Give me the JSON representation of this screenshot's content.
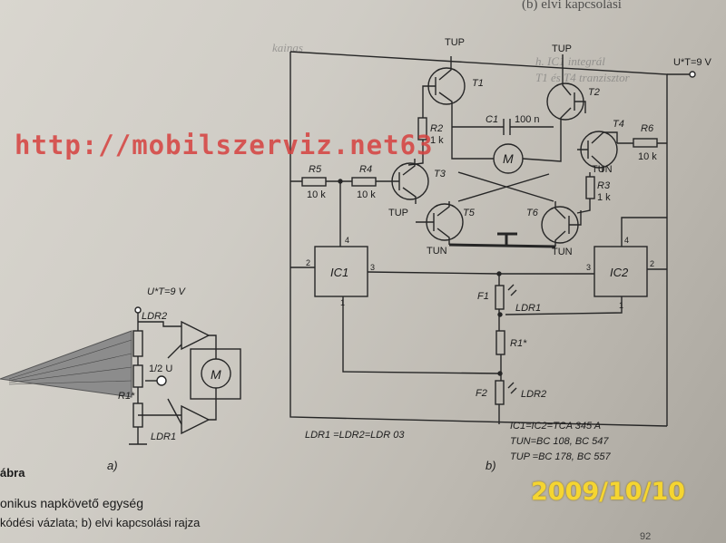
{
  "page": {
    "top_text": "(b) elvi kapcsolási",
    "ghost_left": [
      "kainas",
      "h. IC1 integrál",
      "T1 és T4 tranzisztor"
    ],
    "watermark": "http://mobilszerviz.net63",
    "date_stamp": "2009/10/10",
    "page_number": "92"
  },
  "figure_caption": {
    "label": "ábra",
    "line1": "onikus napkövető egység",
    "line2": "kódési vázlata; b) elvi kapcsolási rajza"
  },
  "diagram_a": {
    "supply": "U*T=9 V",
    "ldr2": "LDR2",
    "ldr1": "LDR1",
    "r1": "R1*",
    "half_u": "1/2 U",
    "motor": "M",
    "panel_label": "a)"
  },
  "diagram_b": {
    "panel_label": "b)",
    "supply": "U*T=9 V",
    "tup_left": "TUP",
    "tup_right": "TUP",
    "t1": "T1",
    "t2": "T2",
    "t3": "T3",
    "t4": "T4",
    "t5": "T5",
    "t6": "T6",
    "r2": "R2",
    "r2_val": "1 k",
    "r3": "R3",
    "r3_val": "1 k",
    "r4": "R4",
    "r4_val": "10 k",
    "r5": "R5",
    "r5_val": "10 k",
    "r6": "R6",
    "r6_val": "10 k",
    "c1": "C1",
    "c1_val": "100 n",
    "motor": "M",
    "t3_type": "TUP",
    "t4_type": "TUN",
    "t5_type": "TUN",
    "t6_type": "TUN",
    "ic1": "IC1",
    "ic2": "IC2",
    "f1": "F1",
    "f2": "F2",
    "ldr1": "LDR1",
    "ldr2": "LDR2",
    "r1": "R1*",
    "pin1": "1",
    "pin2": "2",
    "pin3": "3",
    "pin4": "4",
    "ldr_note": "LDR1 =LDR2=LDR 03",
    "legend": [
      "IC1=IC2=TCA 345 A",
      "TUN=BC 108, BC 547",
      "TUP =BC 178, BC 557"
    ]
  }
}
